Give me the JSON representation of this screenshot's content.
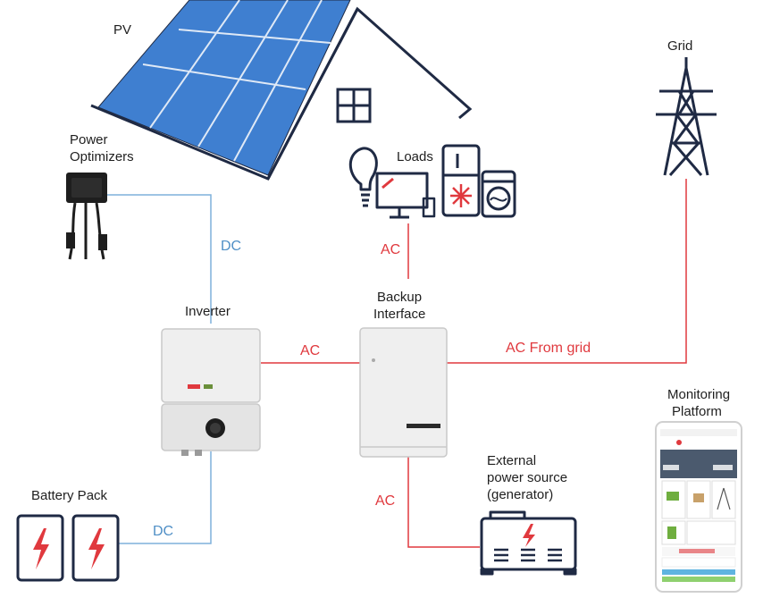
{
  "labels": {
    "pv": "PV",
    "power_optimizers_line1": "Power",
    "power_optimizers_line2": "Optimizers",
    "loads": "Loads",
    "grid": "Grid",
    "inverter": "Inverter",
    "backup_line1": "Backup",
    "backup_line2": "Interface",
    "monitoring_line1": "Monitoring",
    "monitoring_line2": "Platform",
    "battery_pack": "Battery Pack",
    "external_line1": "External",
    "external_line2": "power source",
    "external_line3": "(generator)"
  },
  "connections": {
    "dc_optimizers_inverter": "DC",
    "ac_loads_backup": "AC",
    "ac_inverter_backup": "AC",
    "ac_from_grid": "AC From grid",
    "ac_backup_generator": "AC",
    "dc_battery_inverter": "DC"
  },
  "colors": {
    "ac_line": "#e0393e",
    "dc_line": "#7fb0dc",
    "outline": "#1f2a44",
    "panel_blue": "#3f7fd0"
  }
}
